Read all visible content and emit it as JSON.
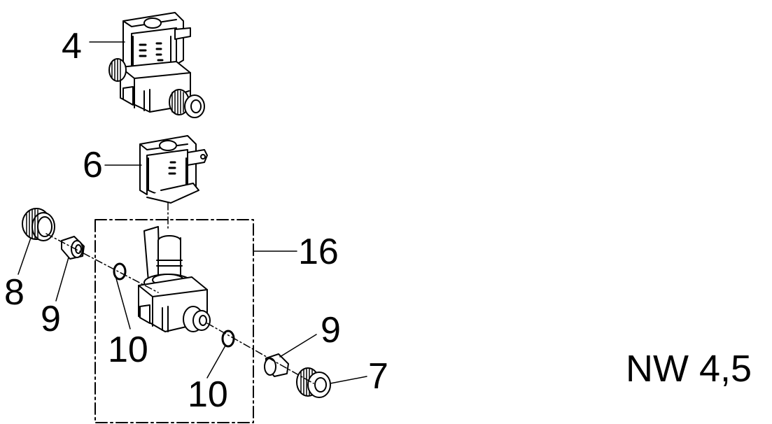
{
  "colors": {
    "ink": "#000000",
    "paper": "#ffffff",
    "shade": "#b8b8b8"
  },
  "callouts": {
    "c4": "4",
    "c6": "6",
    "c16": "16",
    "c8": "8",
    "c9_left": "9",
    "c10_left": "10",
    "c9_right": "9",
    "c10_right": "10",
    "c7": "7"
  },
  "title": "NW 4,5"
}
